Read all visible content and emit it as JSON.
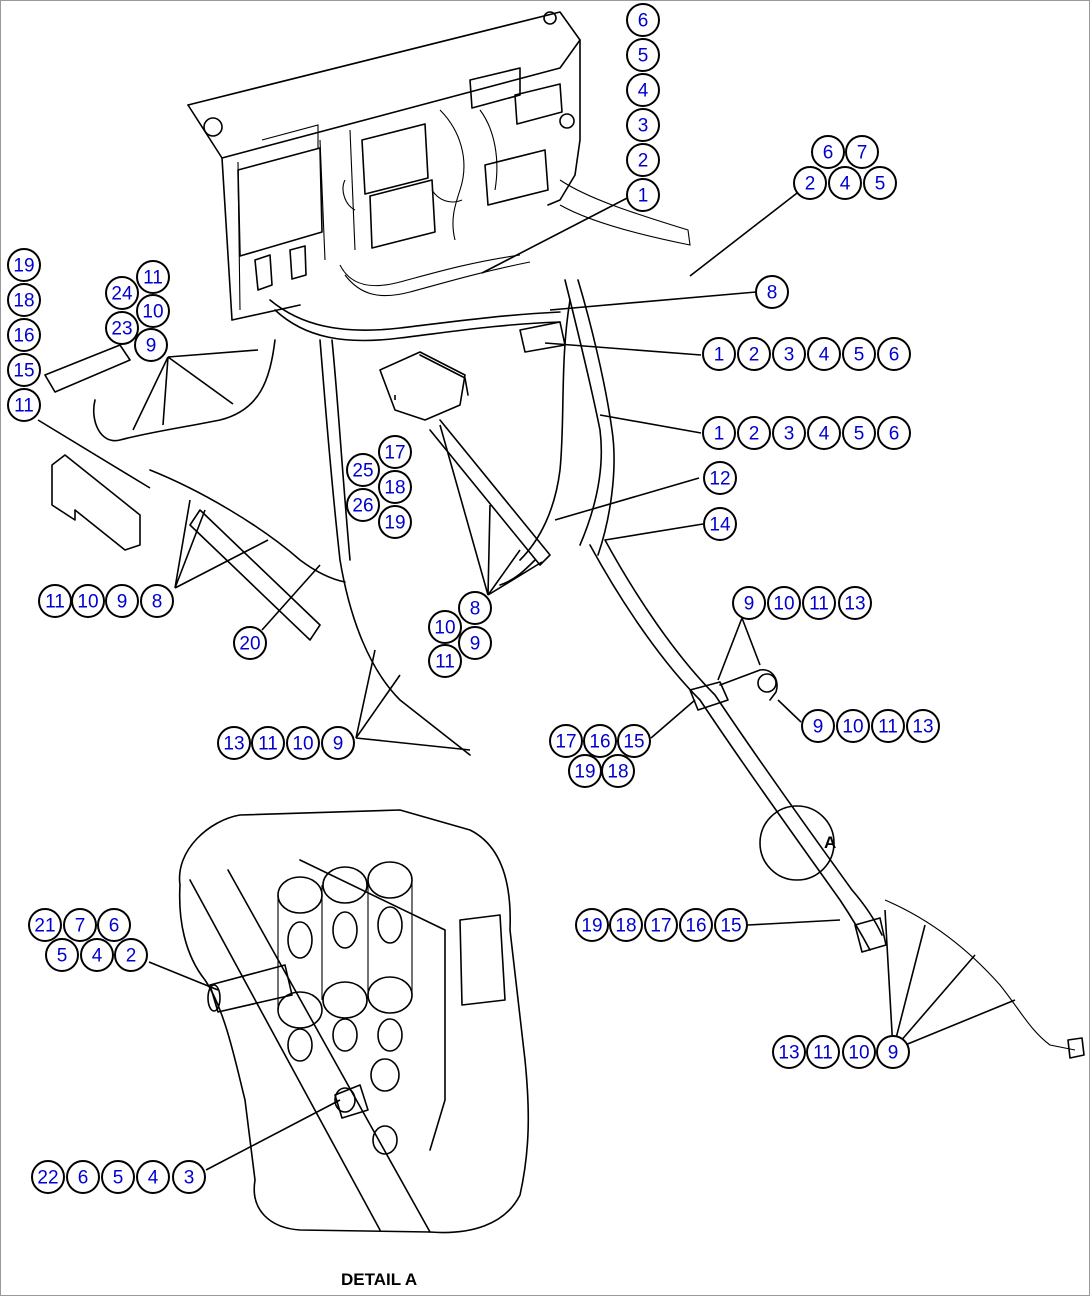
{
  "detail_caption": "DETAIL A",
  "detail_marker": "A",
  "callouts": [
    {
      "id": "c1",
      "numbers": [
        "6",
        "5",
        "4",
        "3",
        "2",
        "1"
      ]
    },
    {
      "id": "c2",
      "numbers": [
        "6",
        "7",
        "2",
        "4",
        "5"
      ]
    },
    {
      "id": "c3",
      "numbers": [
        "19",
        "18",
        "16",
        "15",
        "11"
      ]
    },
    {
      "id": "c4",
      "numbers": [
        "24",
        "11",
        "10",
        "23",
        "9"
      ]
    },
    {
      "id": "c5",
      "numbers": [
        "8"
      ]
    },
    {
      "id": "c6",
      "numbers": [
        "1",
        "2",
        "3",
        "4",
        "5",
        "6"
      ]
    },
    {
      "id": "c7",
      "numbers": [
        "1",
        "2",
        "3",
        "4",
        "5",
        "6"
      ]
    },
    {
      "id": "c8",
      "numbers": [
        "17",
        "25",
        "18",
        "26",
        "19"
      ]
    },
    {
      "id": "c9",
      "numbers": [
        "12"
      ]
    },
    {
      "id": "c10",
      "numbers": [
        "14"
      ]
    },
    {
      "id": "c11",
      "numbers": [
        "11",
        "10",
        "9",
        "8"
      ]
    },
    {
      "id": "c12",
      "numbers": [
        "20"
      ]
    },
    {
      "id": "c13",
      "numbers": [
        "8",
        "10",
        "9",
        "11"
      ]
    },
    {
      "id": "c14",
      "numbers": [
        "9",
        "10",
        "11",
        "13"
      ]
    },
    {
      "id": "c15",
      "numbers": [
        "9",
        "10",
        "11",
        "13"
      ]
    },
    {
      "id": "c16",
      "numbers": [
        "13",
        "11",
        "10",
        "9"
      ]
    },
    {
      "id": "c17",
      "numbers": [
        "17",
        "16",
        "15",
        "19",
        "18"
      ]
    },
    {
      "id": "c18",
      "numbers": [
        "21",
        "7",
        "6",
        "5",
        "4",
        "2"
      ]
    },
    {
      "id": "c19",
      "numbers": [
        "19",
        "18",
        "17",
        "16",
        "15"
      ]
    },
    {
      "id": "c20",
      "numbers": [
        "13",
        "11",
        "10",
        "9"
      ]
    },
    {
      "id": "c21",
      "numbers": [
        "22",
        "6",
        "5",
        "4",
        "3"
      ]
    }
  ]
}
